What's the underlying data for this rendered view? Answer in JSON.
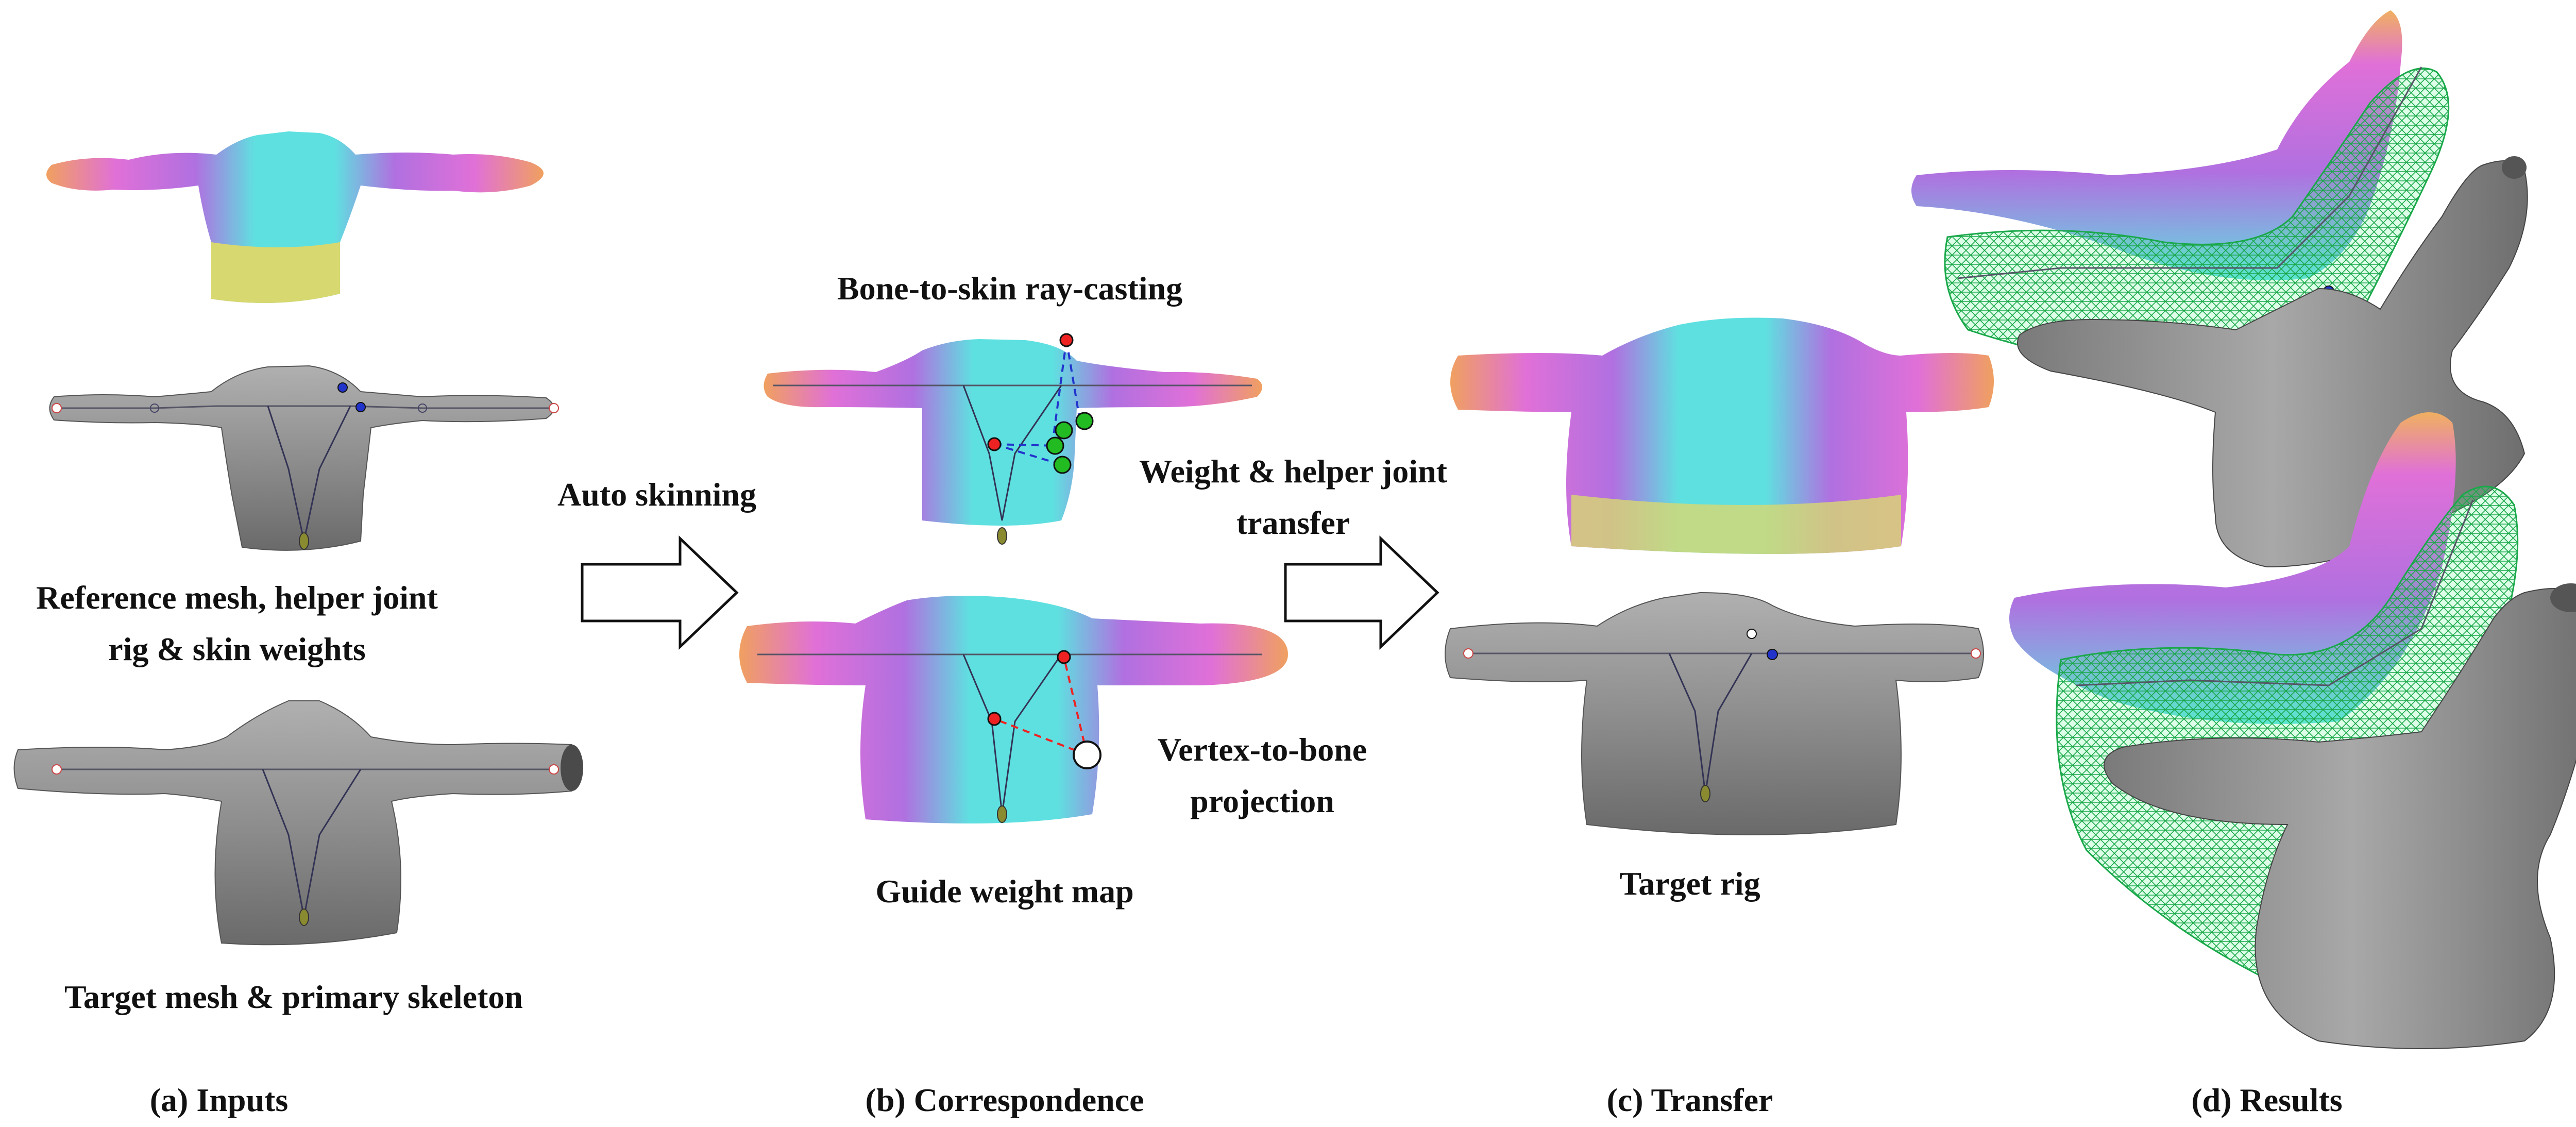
{
  "colors": {
    "skin_gray": "#8f8f8f",
    "cyan": "#5fe0e0",
    "magenta": "#d070e0",
    "orange": "#f0a060",
    "yellow": "#d8d870",
    "wire_green": "#40ff80",
    "ray_blue": "#2233cc",
    "proj_red": "#ee2222",
    "joint_green": "#22bb22"
  },
  "panels": {
    "inputs": {
      "caption": "(a) Inputs",
      "ref_label_line1": "Reference mesh, helper joint",
      "ref_label_line2": "rig & skin weights",
      "target_label": "Target mesh & primary skeleton"
    },
    "correspondence": {
      "caption": "(b) Correspondence",
      "raycast_label": "Bone-to-skin ray-casting",
      "projection_label_line1": "Vertex-to-bone",
      "projection_label_line2": "projection",
      "guide_label": "Guide weight map"
    },
    "transfer": {
      "caption": "(c) Transfer",
      "target_rig_label": "Target rig"
    },
    "results": {
      "caption": "(d) Results"
    }
  },
  "arrows": {
    "arrow1_label": "Auto skinning",
    "arrow2_label_line1": "Weight & helper joint",
    "arrow2_label_line2": "transfer"
  }
}
